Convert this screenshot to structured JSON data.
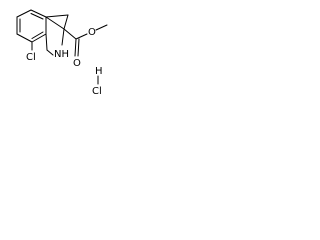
{
  "molecule": {
    "atoms": {
      "chlorine": "Cl",
      "amine": "NH",
      "carbonyl_oxygen": "O",
      "ester_oxygen": "O",
      "salt_h": "H",
      "salt_cl": "Cl"
    }
  }
}
